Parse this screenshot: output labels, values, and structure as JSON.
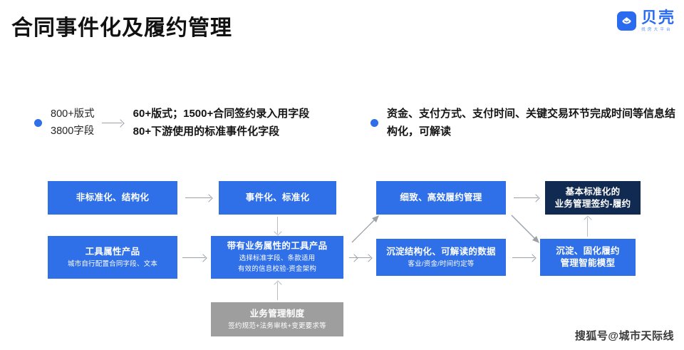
{
  "header": {
    "title": "合同事件化及履约管理",
    "brand_name": "贝壳",
    "brand_sub": "找房大平台",
    "brand_color": "#2a6bf0"
  },
  "bullets": [
    {
      "id": "left",
      "from_line1": "800+版式",
      "from_line2": "3800字段",
      "to_line1": "60+版式；1500+合同签约录入用字段",
      "to_line2": "80+下游使用的标准事件化字段"
    },
    {
      "id": "right",
      "text": "资金、支付方式、支付时间、关键交易环节完成时间等信息结构化，可解读"
    }
  ],
  "diagram": {
    "nodes": [
      {
        "key": "n1",
        "title": "非标准化、结构化",
        "sub": "",
        "style": "blue"
      },
      {
        "key": "n2",
        "title": "事件化、标准化",
        "sub": "",
        "style": "blue"
      },
      {
        "key": "n3",
        "title": "细致、高效履约管理",
        "sub": "",
        "style": "blue"
      },
      {
        "key": "n4",
        "title_line1": "基本标准化的",
        "title_line2": "业务管理签约-履约",
        "style": "dark"
      },
      {
        "key": "n5",
        "title": "工具属性产品",
        "sub": "城市自行配置合同字段、文本",
        "style": "blue"
      },
      {
        "key": "n6",
        "title": "带有业务属性的工具产品",
        "sub_line1": "选择标准字段、条款适用",
        "sub_line2": "有效的信息校验-资金架构",
        "style": "blue"
      },
      {
        "key": "n7",
        "title": "沉淀结构化、可解读的数据",
        "sub": "客业/资金/时间约定等",
        "style": "blue"
      },
      {
        "key": "n8",
        "title_line1": "沉淀、固化履约",
        "title_line2": "管理智能模型",
        "style": "blue"
      },
      {
        "key": "n9",
        "title": "业务管理制度",
        "sub": "签约规范+法务审核+变更要求等",
        "style": "gray"
      }
    ],
    "colors": {
      "blue": "#2f6fe8",
      "dark": "#112a52",
      "gray": "#9e9e9e",
      "connector": "#9aa0a6"
    }
  },
  "watermark": "搜狐号@城市天际线"
}
